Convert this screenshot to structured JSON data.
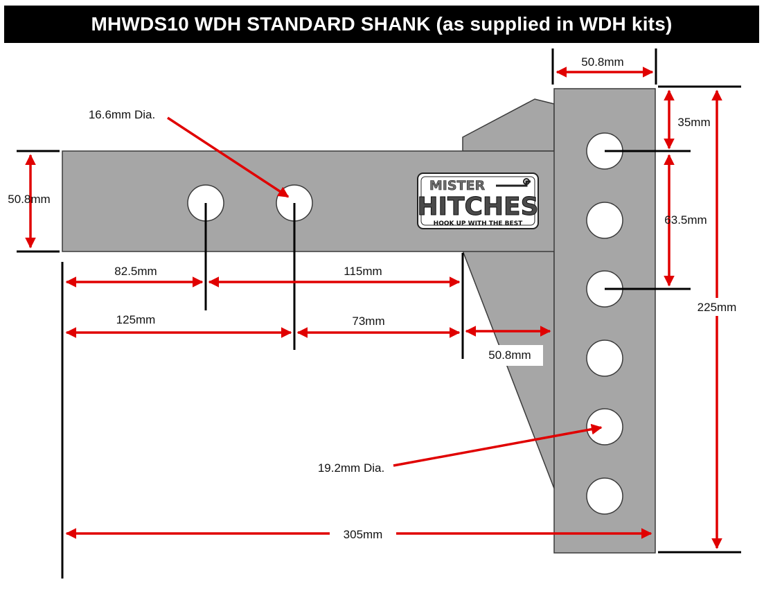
{
  "title": "MHWDS10 WDH STANDARD SHANK (as supplied in WDH kits)",
  "logo": {
    "line1": "MISTER",
    "line2": "HITCHES",
    "tagline": "HOOK UP WITH THE BEST"
  },
  "dimensions": {
    "shank_height": "50.8mm",
    "small_hole_dia": "16.6mm Dia.",
    "head_width": "50.8mm",
    "top_to_first_hole": "35mm",
    "hole_spacing": "63.5mm",
    "head_height": "225mm",
    "end_to_first_hole": "82.5mm",
    "hole_to_head": "115mm",
    "end_to_second_hole": "125mm",
    "second_hole_to_gusset": "73mm",
    "gusset_to_head": "50.8mm",
    "large_hole_dia": "19.2mm Dia.",
    "overall_length": "305mm"
  },
  "colors": {
    "steel": "#a6a6a6",
    "outline": "#3a3a3a",
    "arrow": "#e00000",
    "line": "#000000"
  }
}
